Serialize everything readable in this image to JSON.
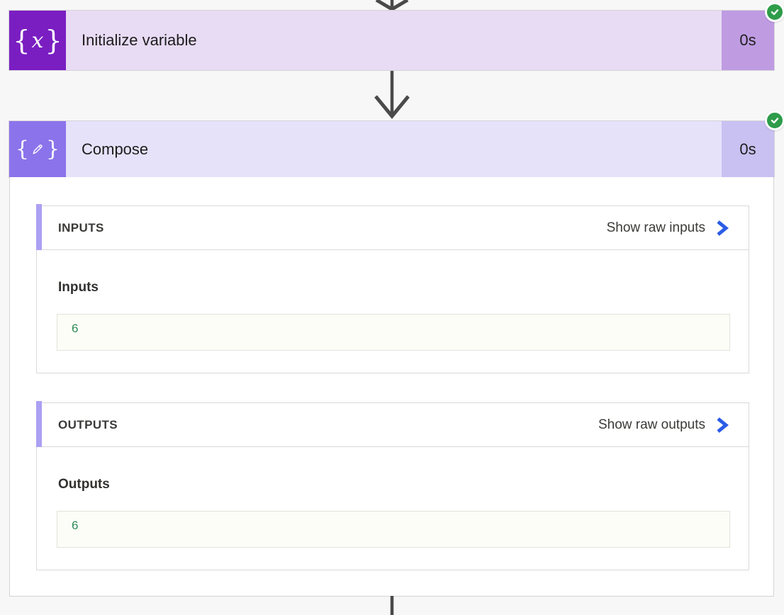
{
  "actions": {
    "initialize_variable": {
      "title": "Initialize variable",
      "duration": "0s",
      "status": "Succeeded"
    },
    "compose": {
      "title": "Compose",
      "duration": "0s",
      "status": "Succeeded"
    }
  },
  "icons": {
    "variable": {
      "left_brace": "{",
      "x": "x",
      "right_brace": "}"
    },
    "compose": {
      "left_brace": "{",
      "right_brace": "}"
    }
  },
  "inputs_panel": {
    "heading": "INPUTS",
    "raw_link": "Show raw inputs",
    "field_label": "Inputs",
    "value": "6"
  },
  "outputs_panel": {
    "heading": "OUTPUTS",
    "raw_link": "Show raw outputs",
    "field_label": "Outputs",
    "value": "6"
  },
  "colors": {
    "page_bg": "#f7f7f7",
    "variable_icon_bg": "#7a1ec2",
    "variable_header_bg": "#e8dbf4",
    "variable_duration_bg": "#bf9ce2",
    "compose_icon_bg": "#8b73eb",
    "compose_header_bg": "#e5e2fa",
    "compose_duration_bg": "#c9c1f1",
    "accent_bar": "#aba0f2",
    "success_badge_green": "#2e9c49",
    "chevron_link_blue": "#2b5ce6",
    "value_text_green": "#2e8b57",
    "arrow_gray": "#4a4a4a"
  }
}
